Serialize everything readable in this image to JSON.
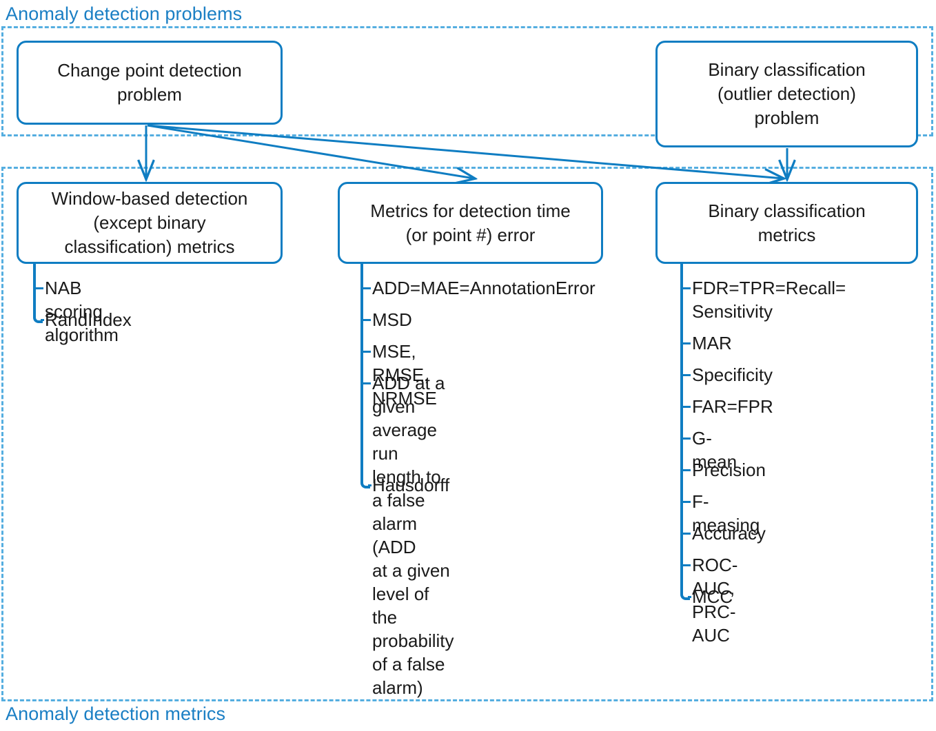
{
  "groups": {
    "problems": {
      "caption": "Anomaly detection problems"
    },
    "metrics": {
      "caption": "Anomaly detection metrics"
    }
  },
  "nodes": {
    "change_point_detection": {
      "label": "Change point detection\nproblem"
    },
    "binary_classification_problem": {
      "label": "Binary classification\n(outlier detection)\nproblem"
    },
    "window_based_metrics": {
      "label": "Window-based detection\n(except binary\nclassification) metrics"
    },
    "detection_time_metrics": {
      "label": "Metrics for detection time\n(or point #) error"
    },
    "binary_classification_metrics": {
      "label": "Binary classification\nmetrics"
    }
  },
  "lists": {
    "window_based": [
      {
        "label": "NAB scoring algorithm"
      },
      {
        "label": "RandIndex"
      }
    ],
    "detection_time": [
      {
        "label": "ADD=MAE=AnnotationError"
      },
      {
        "label": "MSD"
      },
      {
        "label": "MSE, RMSE, NRMSE"
      },
      {
        "label": "ADD at a given average run\nlength to a false alarm (ADD\nat a given level of the\nprobability of a false alarm)"
      },
      {
        "label": "Hausdorff"
      }
    ],
    "binary_classification": [
      {
        "label": "FDR=TPR=Recall=\nSensitivity"
      },
      {
        "label": "MAR"
      },
      {
        "label": "Specificity"
      },
      {
        "label": "FAR=FPR"
      },
      {
        "label": "G-mean"
      },
      {
        "label": "Precision"
      },
      {
        "label": "F-measing"
      },
      {
        "label": "Accuracy"
      },
      {
        "label": "ROC-AUC, PRC-AUC"
      },
      {
        "label": "MCC"
      }
    ]
  },
  "colors": {
    "accent": "#0F7DC2",
    "caption": "#1B7FC4",
    "frame_dash": "#55AEE0",
    "text": "#1a1a1a",
    "background": "#ffffff"
  },
  "connectors": [
    {
      "from": "change_point_detection",
      "to": "window_based_metrics"
    },
    {
      "from": "change_point_detection",
      "to": "detection_time_metrics"
    },
    {
      "from": "change_point_detection",
      "to": "binary_classification_metrics"
    },
    {
      "from": "binary_classification_problem",
      "to": "binary_classification_metrics"
    }
  ]
}
